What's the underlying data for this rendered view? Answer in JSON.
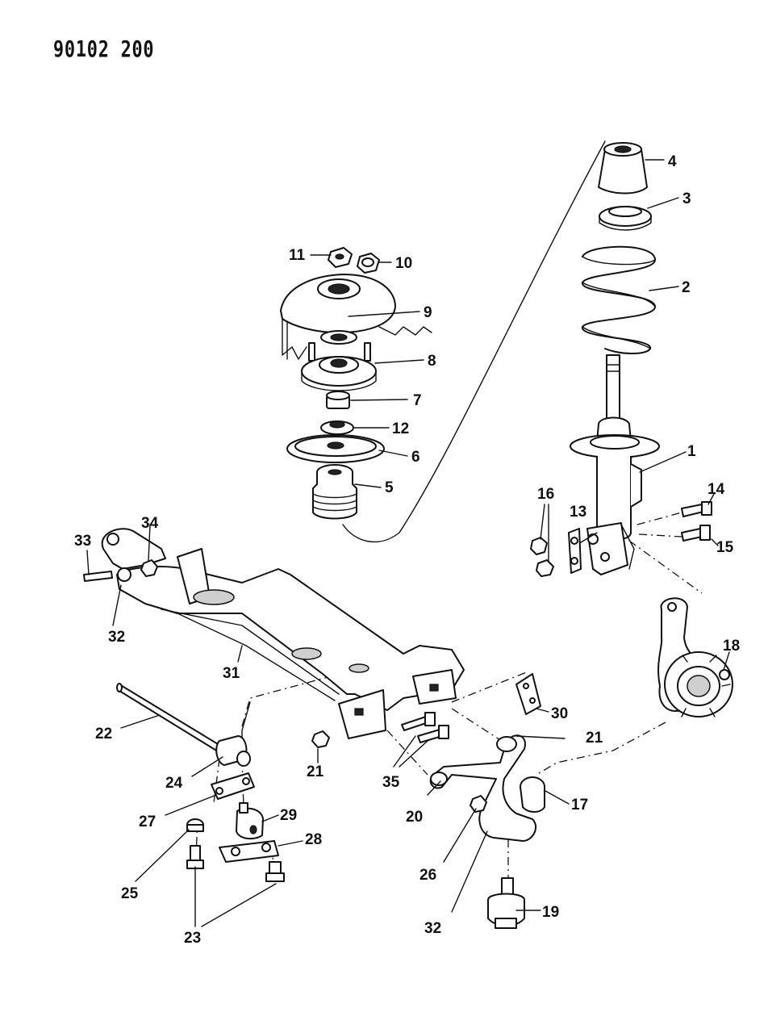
{
  "header": {
    "doc_id": "90102 200"
  },
  "callouts": [
    {
      "id": "c1",
      "label": "1"
    },
    {
      "id": "c2",
      "label": "2"
    },
    {
      "id": "c3",
      "label": "3"
    },
    {
      "id": "c4",
      "label": "4"
    },
    {
      "id": "c5",
      "label": "5"
    },
    {
      "id": "c6",
      "label": "6"
    },
    {
      "id": "c7",
      "label": "7"
    },
    {
      "id": "c8",
      "label": "8"
    },
    {
      "id": "c9",
      "label": "9"
    },
    {
      "id": "c10",
      "label": "10"
    },
    {
      "id": "c11",
      "label": "11"
    },
    {
      "id": "c12",
      "label": "12"
    },
    {
      "id": "c13",
      "label": "13"
    },
    {
      "id": "c14",
      "label": "14"
    },
    {
      "id": "c15",
      "label": "15"
    },
    {
      "id": "c16",
      "label": "16"
    },
    {
      "id": "c17",
      "label": "17"
    },
    {
      "id": "c18",
      "label": "18"
    },
    {
      "id": "c19",
      "label": "19"
    },
    {
      "id": "c20",
      "label": "20"
    },
    {
      "id": "c21a",
      "label": "21"
    },
    {
      "id": "c21b",
      "label": "21"
    },
    {
      "id": "c22",
      "label": "22"
    },
    {
      "id": "c23",
      "label": "23"
    },
    {
      "id": "c24",
      "label": "24"
    },
    {
      "id": "c25",
      "label": "25"
    },
    {
      "id": "c26",
      "label": "26"
    },
    {
      "id": "c27",
      "label": "27"
    },
    {
      "id": "c28",
      "label": "28"
    },
    {
      "id": "c29",
      "label": "29"
    },
    {
      "id": "c30",
      "label": "30"
    },
    {
      "id": "c31",
      "label": "31"
    },
    {
      "id": "c32a",
      "label": "32"
    },
    {
      "id": "c32b",
      "label": "32"
    },
    {
      "id": "c33",
      "label": "33"
    },
    {
      "id": "c34",
      "label": "34"
    },
    {
      "id": "c35",
      "label": "35"
    }
  ]
}
